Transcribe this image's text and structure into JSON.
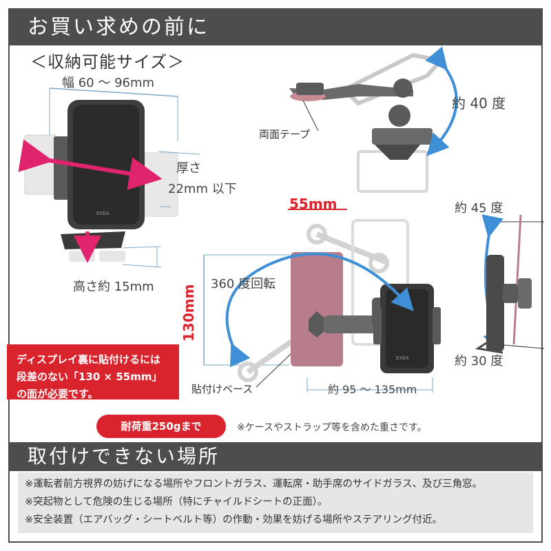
{
  "header": {
    "title": "お買い求めの前に"
  },
  "storage": {
    "title": "＜収納可能サイズ＞",
    "width": "幅 60 〜 96mm",
    "thickness_label": "厚さ",
    "thickness_value": "22mm 以下",
    "height": "高さ約 15mm",
    "logo": "EXEA"
  },
  "tilt": {
    "tape_label": "両面テープ",
    "angle_up": "約 40 度"
  },
  "mount": {
    "width_label": "55mm",
    "height_label": "130mm",
    "rotation_label": "360 度回転",
    "base_label": "貼付けベース",
    "range_label": "約 95 〜 135mm",
    "angle_top": "約 45 度",
    "angle_bottom": "約 30 度",
    "logo": "EXEA"
  },
  "callout": {
    "line1": "ディスプレイ裏に貼付けるには",
    "line2": "段差のない「130 × 55mm」",
    "line3": "の面が必要です。"
  },
  "load": {
    "badge": "耐荷重250gまで",
    "note": "※ケースやストラップ等を含めた重さです。"
  },
  "prohibited": {
    "title": "取付けできない場所",
    "items": [
      "※運転者前方視界の妨げになる場所やフロントガラス、運転席・助手席のサイドガラス、及び三角窓。",
      "※突起物として危険の生じる場所（特にチャイルドシートの正面）。",
      "※安全装置（エアバッグ・シートベルト等）の作動・効果を妨げる場所やステアリング付近。"
    ]
  },
  "colors": {
    "banner": "#4d4d4d",
    "accent_red": "#d9232d",
    "magenta_arrow": "#e0246e",
    "blue_arrow": "#3f8fd6",
    "dim_line": "#7aa7c7",
    "base_fill": "#b77d8b"
  }
}
